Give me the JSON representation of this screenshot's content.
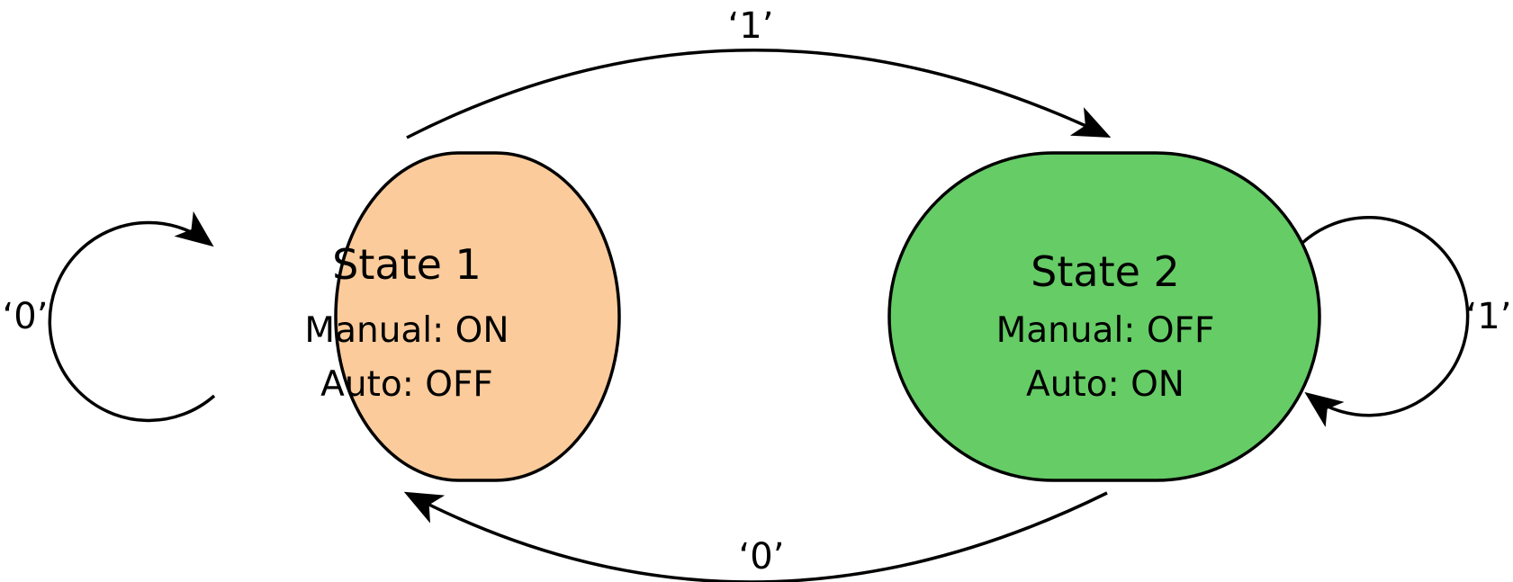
{
  "colors": {
    "state1_fill": "#FBCB9B",
    "state2_fill": "#66CC66",
    "stroke": "#000000",
    "background": "#FFFFFF"
  },
  "states": [
    {
      "id": "state1",
      "title": "State 1",
      "line1": "Manual: ON",
      "line2": "Auto: OFF"
    },
    {
      "id": "state2",
      "title": "State 2",
      "line1": "Manual: OFF",
      "line2": "Auto: ON"
    }
  ],
  "transitions": {
    "state1_to_state2": {
      "label": "‘1’",
      "from": "State 1",
      "to": "State 2"
    },
    "state2_to_state1": {
      "label": "‘0’",
      "from": "State 2",
      "to": "State 1"
    },
    "state1_self": {
      "label": "‘0’",
      "from": "State 1",
      "to": "State 1"
    },
    "state2_self": {
      "label": "‘1’",
      "from": "State 2",
      "to": "State 2"
    }
  }
}
